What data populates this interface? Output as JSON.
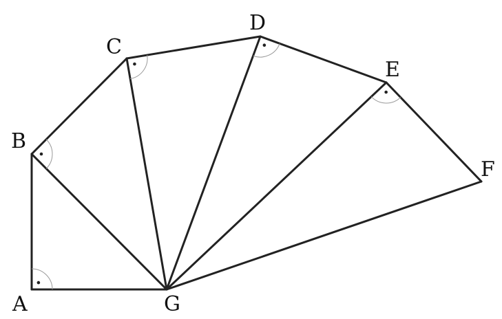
{
  "diagram": {
    "points": [
      {
        "name": "A"
      },
      {
        "name": "B"
      },
      {
        "name": "C"
      },
      {
        "name": "D"
      },
      {
        "name": "E"
      },
      {
        "name": "F"
      },
      {
        "name": "G"
      }
    ],
    "segments": [
      [
        "A",
        "B"
      ],
      [
        "B",
        "C"
      ],
      [
        "C",
        "D"
      ],
      [
        "D",
        "E"
      ],
      [
        "E",
        "F"
      ],
      [
        "A",
        "G"
      ],
      [
        "B",
        "G"
      ],
      [
        "C",
        "G"
      ],
      [
        "D",
        "G"
      ],
      [
        "E",
        "G"
      ],
      [
        "F",
        "G"
      ]
    ],
    "right_angles": [
      {
        "vertex": "A",
        "between": [
          "B",
          "G"
        ]
      },
      {
        "vertex": "B",
        "between": [
          "C",
          "G"
        ]
      },
      {
        "vertex": "C",
        "between": [
          "D",
          "G"
        ]
      },
      {
        "vertex": "D",
        "between": [
          "E",
          "G"
        ]
      },
      {
        "vertex": "E",
        "between": [
          "F",
          "G"
        ]
      }
    ],
    "line_color": "#222222",
    "mark_color": "#999999"
  }
}
